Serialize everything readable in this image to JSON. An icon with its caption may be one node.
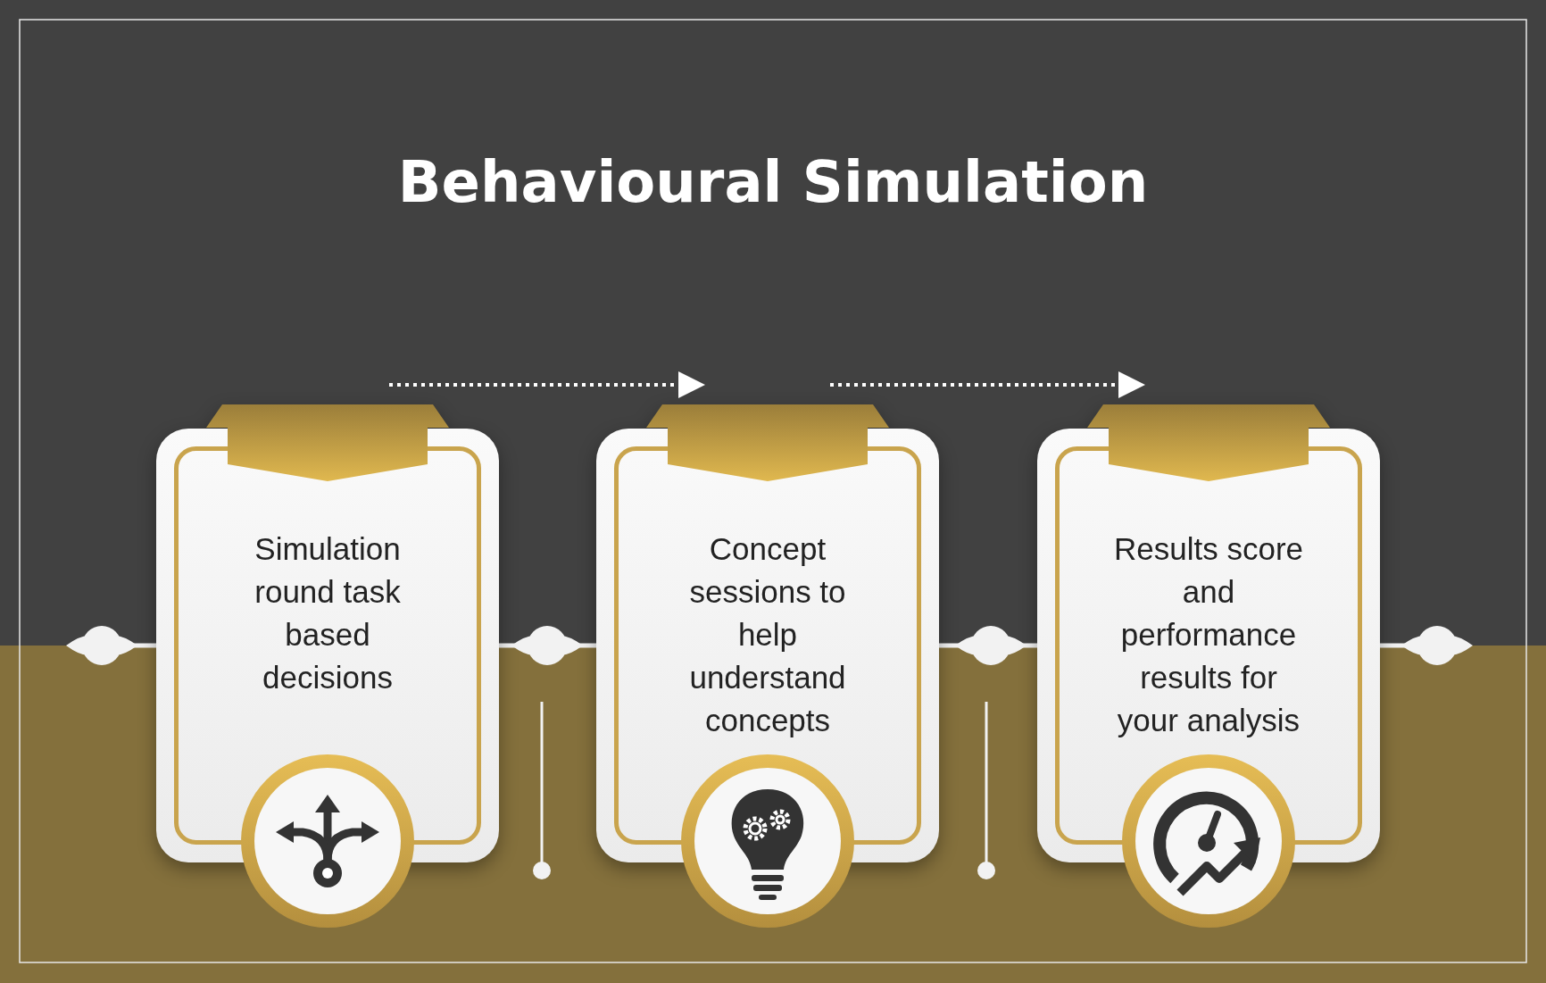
{
  "diagram": {
    "title": "Behavioural Simulation",
    "nodes": [
      {
        "text": [
          "Simulation round task based decisions"
        ]
      },
      {
        "text": [
          "Concept sessions to help understand concepts"
        ]
      },
      {
        "text": [
          "Results score and performance results for your analysis"
        ]
      }
    ]
  }
}
